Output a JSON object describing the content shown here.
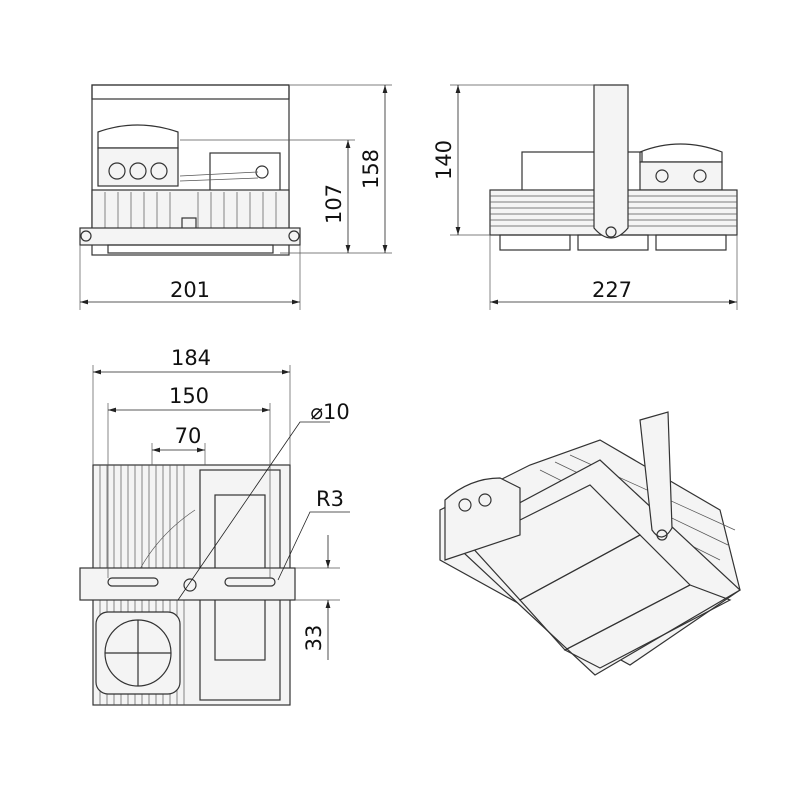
{
  "drawing": {
    "front_view": {
      "width_dim": "201",
      "height_dim": "158",
      "body_height_dim": "107"
    },
    "side_view": {
      "height_dim": "140",
      "width_dim": "227"
    },
    "bottom_view": {
      "overall_dim": "184",
      "hole_spacing_dim": "150",
      "inner_dim": "70",
      "hole_diameter_dim": "⌀10",
      "radius_dim": "R3",
      "offset_dim": "33"
    }
  },
  "colors": {
    "line": "#333333",
    "background": "#ffffff"
  }
}
